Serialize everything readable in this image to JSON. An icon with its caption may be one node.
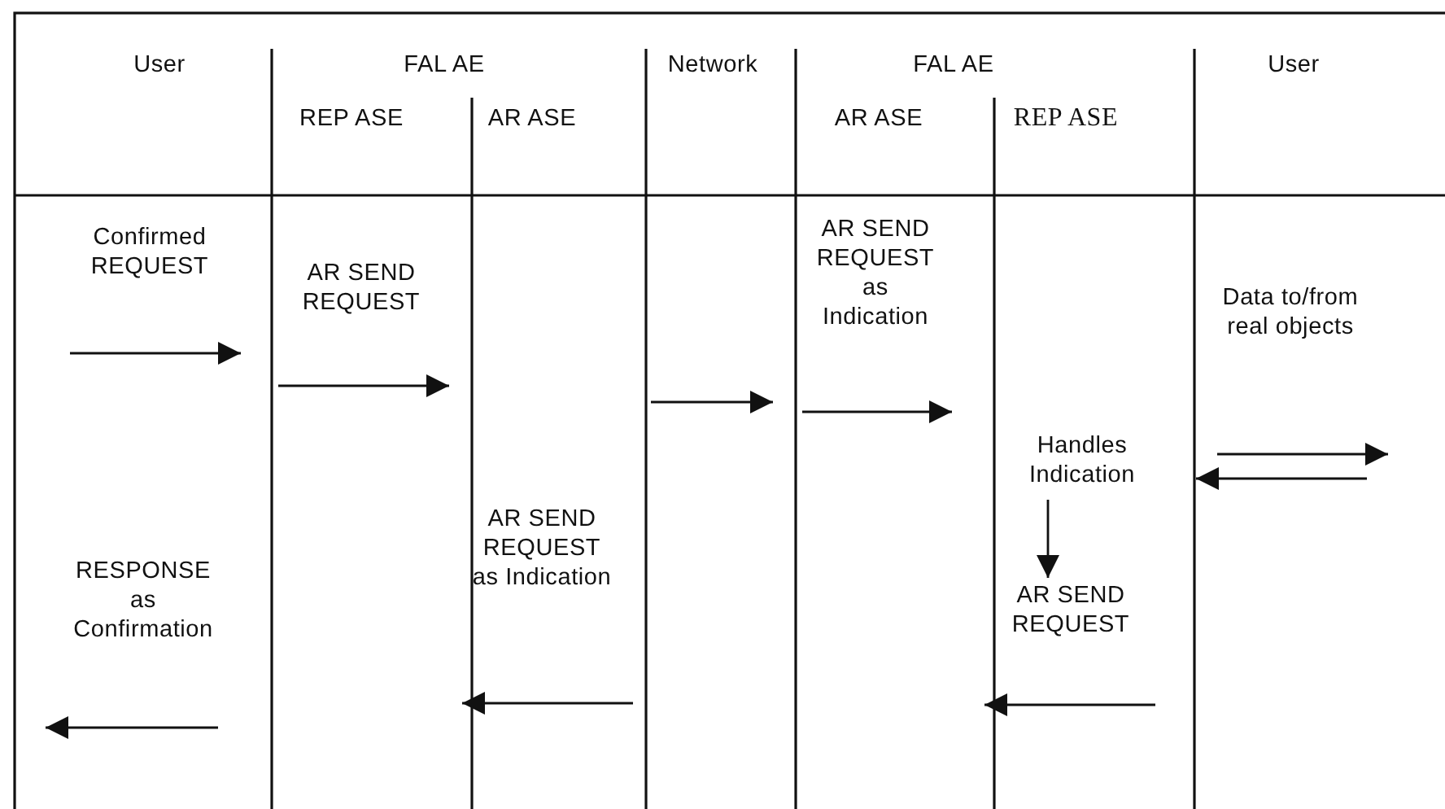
{
  "diagram": {
    "nodes": [
      {
        "text": [
          "Handles Indication"
        ]
      },
      {
        "text": [
          "AR SEND REQUEST"
        ]
      }
    ],
    "edges": [
      {
        "from": 0,
        "to": 1,
        "arrow": "to"
      }
    ],
    "labels": [
      "User",
      "FAL AE",
      "Network",
      "FAL AE",
      "User",
      "REP ASE",
      "AR ASE",
      "AR ASE",
      "REP ASE",
      "Confirmed REQUEST",
      "AR SEND REQUEST",
      "AR SEND REQUEST as Indication",
      "Data to/from real objects",
      "RESPONSE as Confirmation",
      "AR SEND REQUEST as Indication"
    ]
  }
}
